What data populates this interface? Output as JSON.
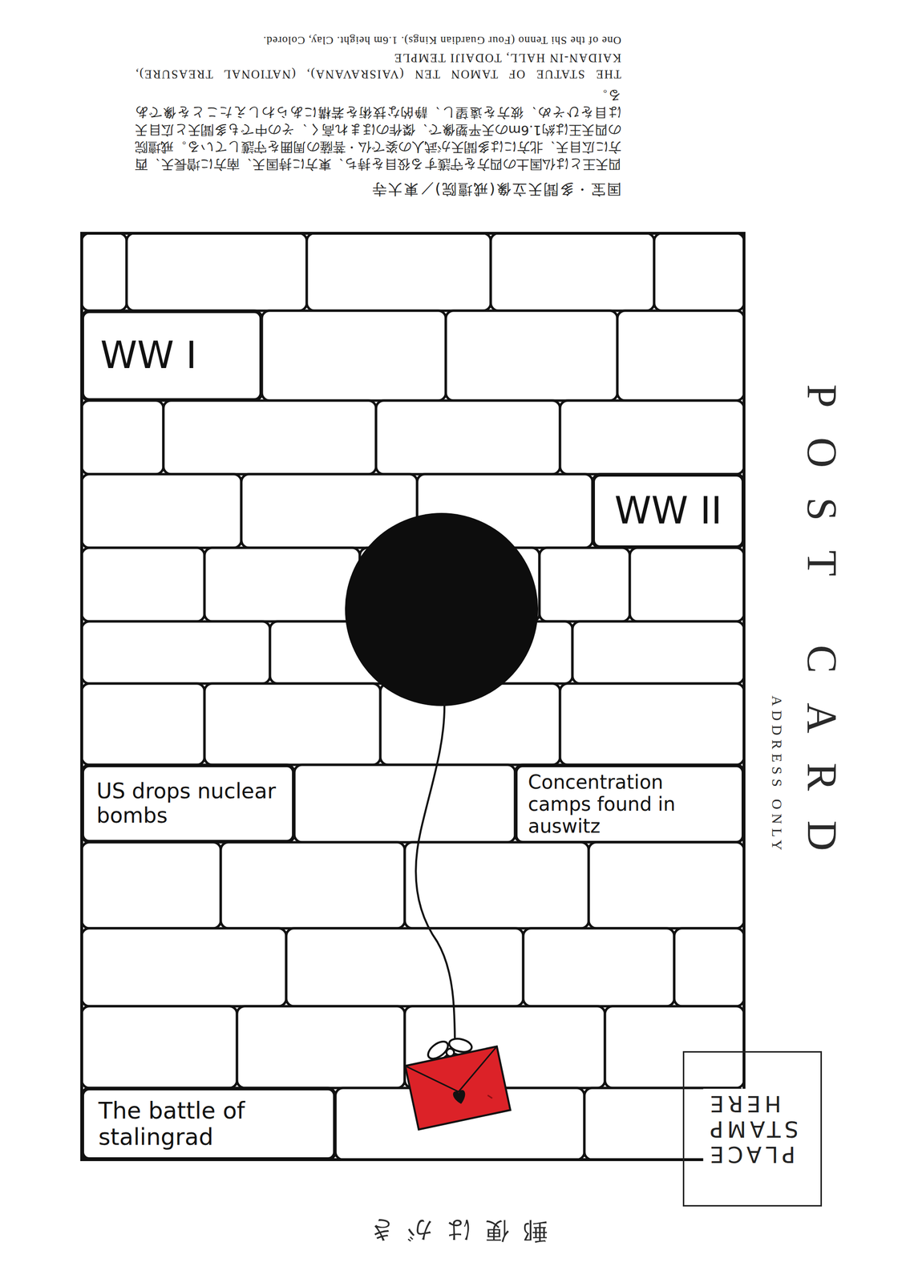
{
  "diagram": {
    "nodes": [
      {
        "text": [
          "WW I"
        ]
      },
      {
        "text": [
          "WW II"
        ]
      },
      {
        "text": [
          "US drops nuclear bombs"
        ]
      },
      {
        "text": [
          "Concentration camps found in auswitz"
        ]
      },
      {
        "text": [
          "The battle of stalingrad"
        ]
      },
      {
        "text": [
          "PLACE STAMP HERE"
        ]
      }
    ],
    "labels": [
      "国宝・多聞天立像(戒壇院)／東大寺",
      "四天王とは仏国土の四方を守護する役目を持ち、東方に持国天、南方に増長天、西方に広目天、北方には多聞天が武人の姿で仏・菩薩の周囲を守護している。戒壇院の四天王は約1.6mの天平塑像で、傑作のほまれ高く、その中でも多聞天と広目天は目をひそめ、彼方を遠望し、静的な技術を若構にあらわしえたことを像である。",
      "THE STATUE OF TAMON TEN (VAISRAVANA), (NATIONAL TREASURE), KAIDAN-IN HALL, TODAIJI TEMPLE",
      "One of the Shi Tenno (Four Guardian Kings). 1.6m height. Clay, Colored.",
      "POST CARD",
      "ADDRESS ONLY",
      "郵便はがき"
    ]
  }
}
